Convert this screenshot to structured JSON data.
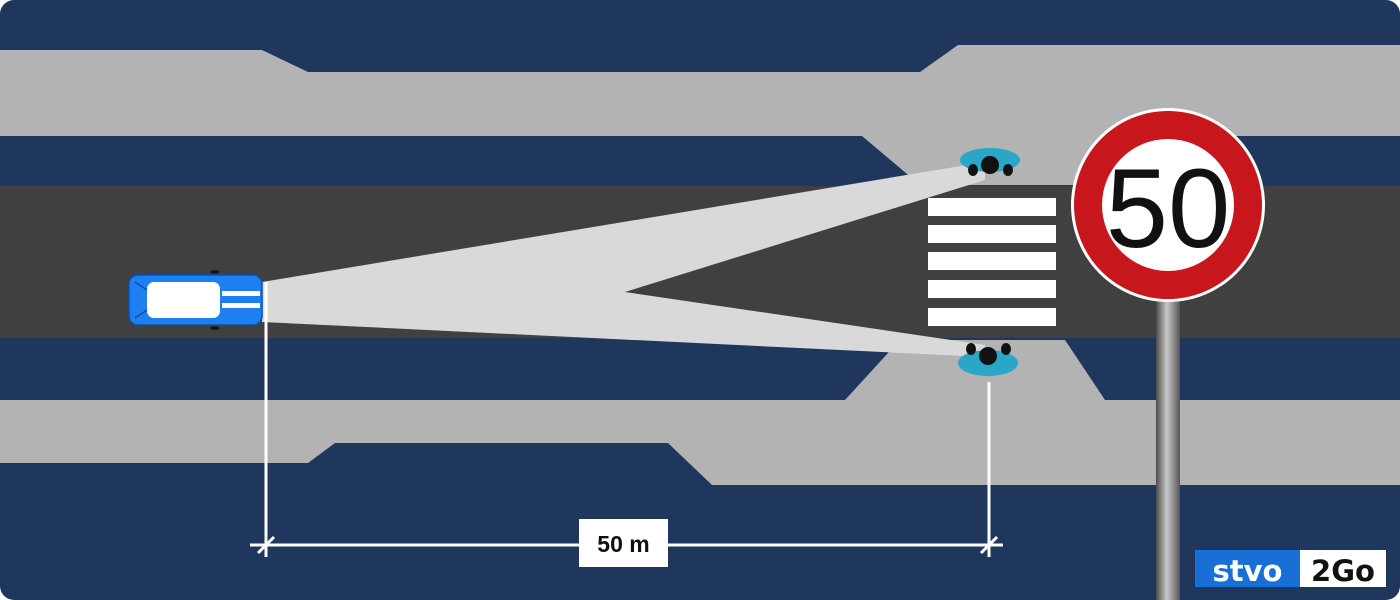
{
  "sign": {
    "speed_limit": "50",
    "ring_color": "#c8161d",
    "face_color": "#ffffff",
    "text_color": "#111111"
  },
  "distance": {
    "label": "50 m"
  },
  "logo": {
    "part1": "stvo",
    "part2": "2Go",
    "part1_bg": "#1a6fd6",
    "part1_color": "#ffffff",
    "part2_color": "#111111"
  },
  "colors": {
    "background": "#1f375c",
    "sidewalk": "#b3b3b3",
    "road": "#404040",
    "car_body": "#1e7ff0",
    "car_window": "#ffffff",
    "headlight_beam": "#d9d9d9",
    "pedestrian_halo": "#2aa6c6",
    "crosswalk": "#ffffff",
    "measure_line": "#ffffff"
  }
}
